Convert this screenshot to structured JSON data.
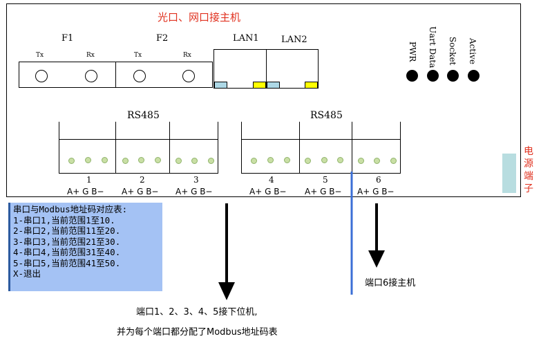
{
  "title": "光口、网口接主机",
  "fiber": {
    "ports": [
      {
        "name": "F1",
        "tx": "Tx",
        "rx": "Rx"
      },
      {
        "name": "F2",
        "tx": "Tx",
        "rx": "Rx"
      }
    ]
  },
  "lan": {
    "ports": [
      {
        "name": "LAN1",
        "left_color": "#add8e6",
        "right_color": "#ffff00"
      },
      {
        "name": "LAN2",
        "left_color": "#add8e6",
        "right_color": "#ffff00"
      }
    ]
  },
  "indicators": [
    {
      "label": "PWR"
    },
    {
      "label": "Uart Data"
    },
    {
      "label": "Socket"
    },
    {
      "label": "Active"
    }
  ],
  "rs485": {
    "left_group": {
      "label": "RS485",
      "ports": [
        {
          "num": "1",
          "pins": "A+ G B−"
        },
        {
          "num": "2",
          "pins": "A+ G B−"
        },
        {
          "num": "3",
          "pins": "A+ G B−"
        }
      ]
    },
    "right_group": {
      "label": "RS485",
      "ports": [
        {
          "num": "4",
          "pins": "A+ G B−"
        },
        {
          "num": "5",
          "pins": "A+ G B−"
        },
        {
          "num": "6",
          "pins": "A+ G B−"
        }
      ]
    }
  },
  "power": {
    "label": "电源端子",
    "color": "#b8dde0",
    "label_color": "#e0301e"
  },
  "info_box": {
    "lines": [
      "串口与Modbus地址码对应表:",
      "1-串口1,当前范围1至10.",
      "2-串口2,当前范围11至20.",
      "3-串口3,当前范围21至30.",
      "4-串口4,当前范围31至40.",
      "5-串口5,当前范围41至50.",
      "X-退出"
    ]
  },
  "annotations": {
    "port6_host": "端口6接主机",
    "ports_slave_1": "端口1、2、3、4、5接下位机,",
    "ports_slave_2": "并为每个端口都分配了Modbus地址码表"
  },
  "colors": {
    "blue_line": "#3b6fd6",
    "title_red": "#e0301e"
  }
}
